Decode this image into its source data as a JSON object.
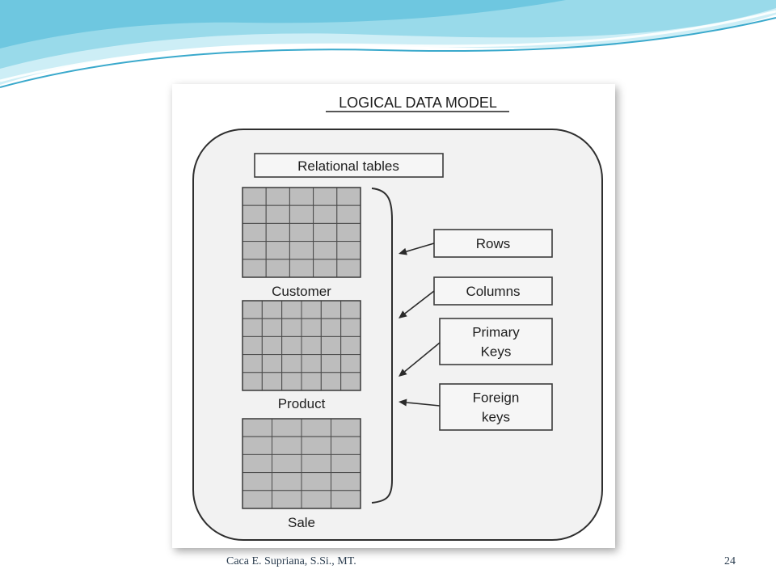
{
  "slide": {
    "author": "Caca E. Supriana, S.Si., MT.",
    "page_number": "24",
    "colors": {
      "wave_light": "#bfe8f2",
      "wave_mid": "#7fd0e4",
      "wave_dark": "#3aa9cc",
      "footer_text": "#2c3e50"
    }
  },
  "diagram": {
    "title": "LOGICAL DATA MODEL",
    "header_box": "Relational tables",
    "tables": [
      {
        "name": "Customer",
        "rows": 5,
        "cols": 5
      },
      {
        "name": "Product",
        "rows": 5,
        "cols": 6
      },
      {
        "name": "Sale",
        "rows": 5,
        "cols": 4
      }
    ],
    "labels": [
      {
        "lines": [
          "Rows"
        ]
      },
      {
        "lines": [
          "Columns"
        ]
      },
      {
        "lines": [
          "Primary",
          "Keys"
        ]
      },
      {
        "lines": [
          "Foreign",
          "keys"
        ]
      }
    ]
  }
}
